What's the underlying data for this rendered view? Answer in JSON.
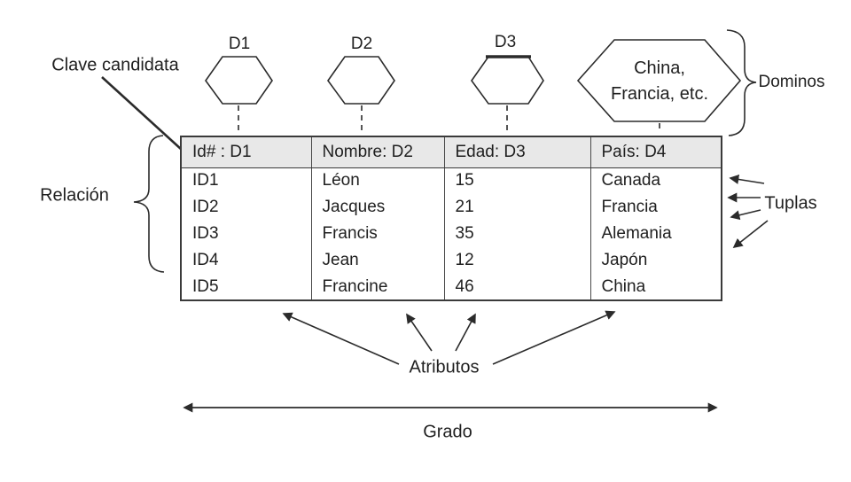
{
  "labels": {
    "clave_candidata": "Clave candidata",
    "relacion": "Relación",
    "dominos": "Dominos",
    "tuplas": "Tuplas",
    "atributos": "Atributos",
    "grado": "Grado"
  },
  "domains": {
    "d1": "D1",
    "d2": "D2",
    "d3": "D3",
    "d4_line1": "China,",
    "d4_line2": "Francia, etc."
  },
  "table": {
    "headers": [
      "Id# : D1",
      "Nombre: D2",
      "Edad: D3",
      "País: D4"
    ],
    "rows": [
      [
        "ID1",
        "Léon",
        "15",
        "Canada"
      ],
      [
        "ID2",
        "Jacques",
        "21",
        "Francia"
      ],
      [
        "ID3",
        "Francis",
        "35",
        "Alemania"
      ],
      [
        "ID4",
        "Jean",
        "12",
        "Japón"
      ],
      [
        "ID5",
        "Francine",
        "46",
        "China"
      ]
    ]
  },
  "colors": {
    "ink": "#2b2b2b",
    "header_bg": "#e8e8e8",
    "table_border": "#3a3a3a"
  }
}
